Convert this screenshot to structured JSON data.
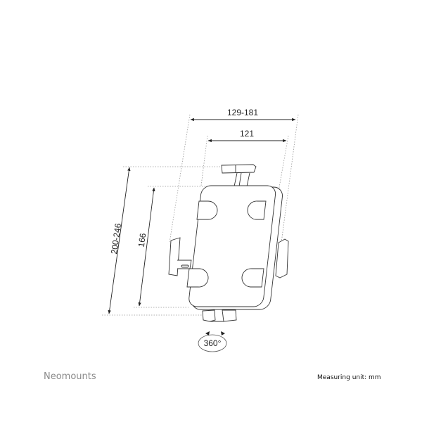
{
  "dimensions": {
    "width_range": "129-181",
    "width_inner": "121",
    "height_range": "200-246",
    "height_inner": "166",
    "rotation": "360°"
  },
  "footer": {
    "brand": "Neomounts",
    "unit_note": "Measuring unit: mm"
  },
  "colors": {
    "line": "#222222",
    "dotted": "#999999",
    "brand": "#8a8a8a"
  }
}
